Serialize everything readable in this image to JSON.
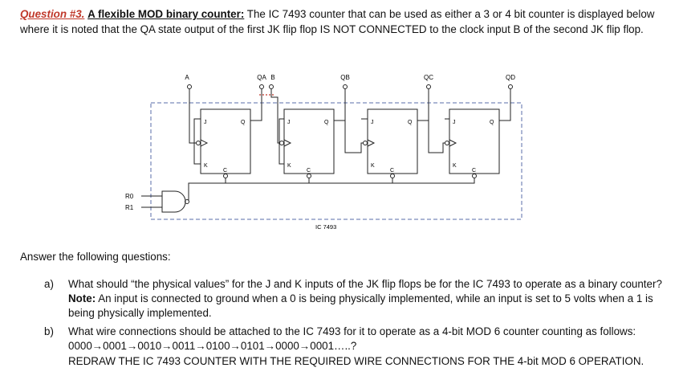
{
  "question": {
    "number": "Question #3.",
    "title": "A flexible MOD binary counter:",
    "text": " The IC 7493 counter that can be used as either a 3 or 4 bit counter is displayed below where it is noted that the QA state output of the first JK flip flop IS NOT CONNECTED to the clock input B of the second JK flip flop."
  },
  "diagram": {
    "top_labels": [
      "A",
      "QA",
      "B",
      "QB",
      "QC",
      "QD"
    ],
    "flip_flops": [
      {
        "j": "J",
        "k": "K",
        "q": "Q",
        "c": "C"
      },
      {
        "j": "J",
        "k": "K",
        "q": "Q",
        "c": "C"
      },
      {
        "j": "J",
        "k": "K",
        "q": "Q",
        "c": "C"
      },
      {
        "j": "J",
        "k": "K",
        "q": "Q",
        "c": "C"
      }
    ],
    "reset_inputs": [
      "R0",
      "R1"
    ],
    "ic_label": "IC 7493"
  },
  "answer": {
    "heading": "Answer the following questions:",
    "a": {
      "label": "a)",
      "text": "What should “the physical values” for the J and K inputs of the JK flip flops be for the IC 7493 to operate as a binary counter? ",
      "note_label": "Note:",
      "note_text": " An input is connected to ground when a 0 is being physically implemented, while an input is set to 5 volts when a 1 is being physically implemented."
    },
    "b": {
      "label": "b)",
      "text": "What wire connections should be attached to the IC 7493 for it to operate as a 4-bit MOD 6 counter counting as follows: 0000→0001→0010→0011→0100→0101→0000→0001…..?"
    },
    "redraw": "REDRAW THE IC 7493 COUNTER WITH THE REQUIRED WIRE CONNECTIONS FOR THE 4-bit MOD 6 OPERATION."
  }
}
